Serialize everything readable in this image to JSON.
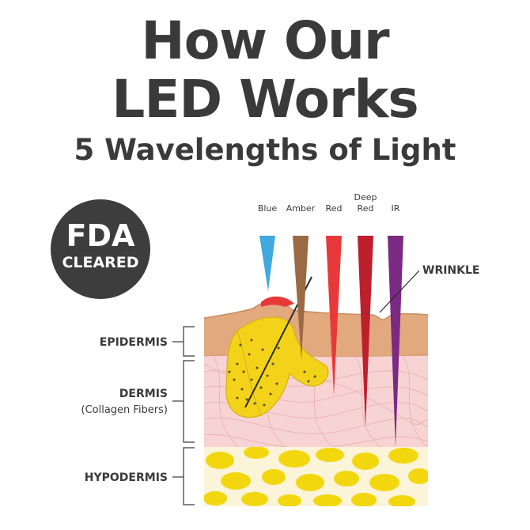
{
  "header": {
    "title_line1": "How Our",
    "title_line2": "LED Works",
    "subtitle": "5 Wavelengths of Light"
  },
  "badge": {
    "line1": "FDA",
    "line2": "CLEARED"
  },
  "wavelengths": [
    {
      "label_lines": [
        "Blue"
      ],
      "color": "#3fa9e0"
    },
    {
      "label_lines": [
        "Amber"
      ],
      "color": "#9a6a43"
    },
    {
      "label_lines": [
        "Red"
      ],
      "color": "#e8393a"
    },
    {
      "label_lines": [
        "Deep",
        "Red"
      ],
      "color": "#be1f2d"
    },
    {
      "label_lines": [
        "IR"
      ],
      "color": "#7b2a83"
    }
  ],
  "annotation": {
    "wrinkle": "WRINKLE"
  },
  "layers": {
    "epidermis": "EPIDERMIS",
    "dermis_line1": "DERMIS",
    "dermis_line2": "(Collagen Fibers)",
    "hypodermis": "HYPODERMIS"
  },
  "colors": {
    "title": "#3a3a3a",
    "epidermis": "#e2a97f",
    "dermis": "#f7d3d3",
    "hypodermis": "#fbf4d8",
    "fat": "#f3d70e",
    "gland": "#f2d31a"
  }
}
